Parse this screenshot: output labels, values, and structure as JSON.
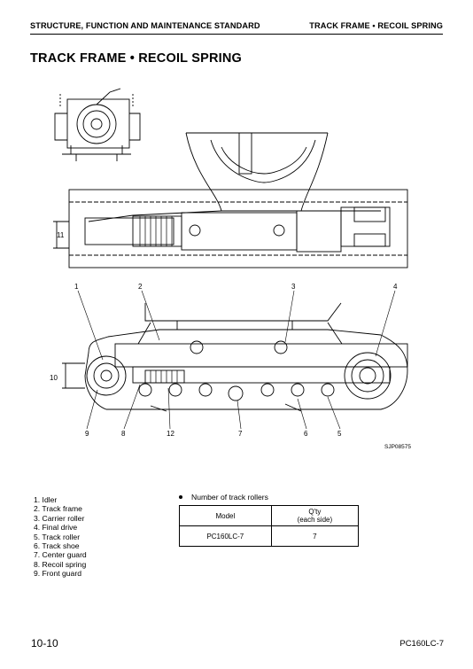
{
  "header": {
    "left": "STRUCTURE, FUNCTION AND MAINTENANCE STANDARD",
    "right": "TRACK FRAME • RECOIL SPRING"
  },
  "title": "TRACK FRAME • RECOIL SPRING",
  "figure": {
    "code": "SJP08575",
    "callouts": {
      "c1": "1",
      "c2": "2",
      "c3": "3",
      "c4": "4",
      "c5": "5",
      "c6": "6",
      "c7": "7",
      "c8": "8",
      "c9": "9",
      "c10": "10",
      "c11": "11",
      "c12": "12"
    }
  },
  "legend": [
    "1. Idler",
    "2. Track frame",
    "3. Carrier roller",
    "4. Final drive",
    "5. Track roller",
    "6. Track shoe",
    "7. Center guard",
    "8. Recoil spring",
    "9. Front guard"
  ],
  "rollers_note": "Number of track rollers",
  "rollers_table": {
    "col_model": "Model",
    "col_qty_line1": "Q'ty",
    "col_qty_line2": "(each side)",
    "model": "PC160LC-7",
    "qty": "7"
  },
  "footer": {
    "page": "10-10",
    "model": "PC160LC-7"
  }
}
